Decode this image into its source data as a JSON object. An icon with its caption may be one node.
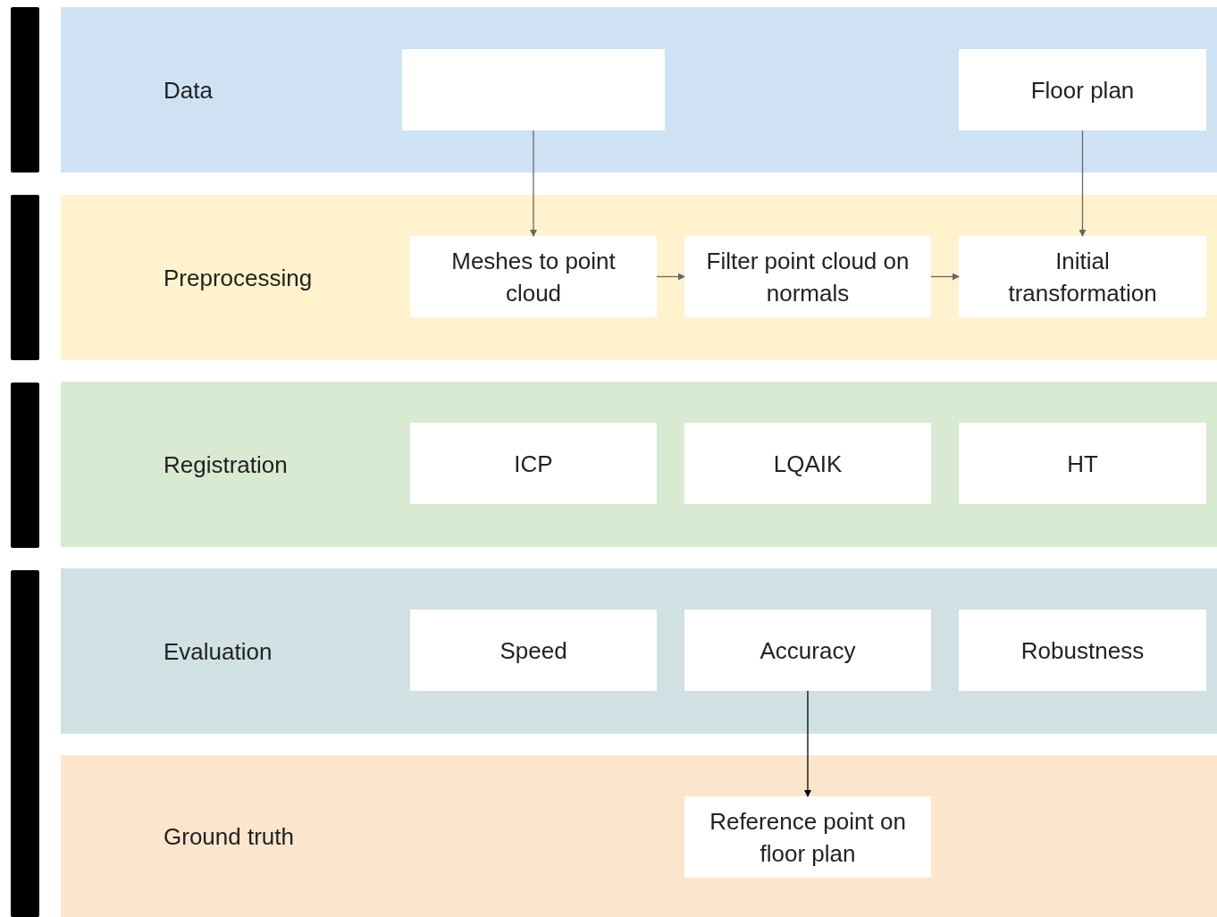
{
  "diagram": {
    "nodes": [
      {
        "text": [
          "Data"
        ]
      },
      {
        "text": [],
        "shape": "box",
        "in": 0
      },
      {
        "text": [
          "Floor plan"
        ],
        "in": 0
      },
      {
        "text": [
          "Preprocessing"
        ]
      },
      {
        "text": [
          "Meshes to point cloud"
        ],
        "in": 3
      },
      {
        "text": [
          "Filter point cloud on normals"
        ],
        "in": 3
      },
      {
        "text": [
          "Initial transformation"
        ],
        "in": 3
      },
      {
        "text": [
          "Registration"
        ]
      },
      {
        "text": [
          "ICP"
        ],
        "in": 7
      },
      {
        "text": [
          "LQAIK"
        ],
        "in": 7
      },
      {
        "text": [
          "HT"
        ],
        "in": 7
      },
      {
        "text": [
          "Evaluation"
        ]
      },
      {
        "text": [
          "Speed"
        ],
        "in": 11
      },
      {
        "text": [
          "Accuracy"
        ],
        "in": 11
      },
      {
        "text": [
          "Robustness"
        ],
        "in": 11
      },
      {
        "text": [
          "Ground truth"
        ]
      },
      {
        "text": [
          "Reference point on floor plan"
        ],
        "in": 15
      },
      {
        "text": [],
        "shape": "bar"
      },
      {
        "text": [],
        "shape": "bar"
      },
      {
        "text": [],
        "shape": "bar"
      },
      {
        "text": [],
        "shape": "bar"
      }
    ],
    "edges": [
      {
        "from": 1,
        "to": 4,
        "arrow": "to"
      },
      {
        "from": 2,
        "to": 6,
        "arrow": "to"
      },
      {
        "from": 4,
        "to": 5,
        "arrow": "to"
      },
      {
        "from": 5,
        "to": 6,
        "arrow": "to"
      },
      {
        "from": 13,
        "to": 16,
        "arrow": "to",
        "color": "#000000"
      }
    ]
  }
}
